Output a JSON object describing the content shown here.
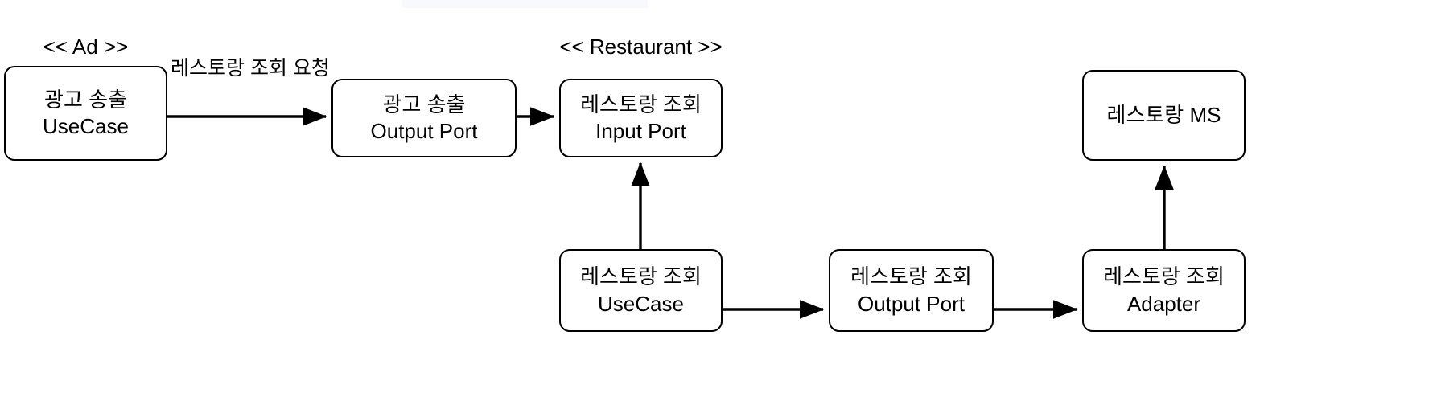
{
  "diagram": {
    "title_visible": false,
    "background_color": "#ffffff",
    "stroke_color": "#000000",
    "node_fill": "#ffffff",
    "toolbar_remnant_color": "#f8f9fc"
  },
  "stereotypes": [
    {
      "id": "ad",
      "label": "<< Ad >>"
    },
    {
      "id": "restaurant",
      "label": "<< Restaurant >>"
    }
  ],
  "nodes": [
    {
      "id": "ad-usecase",
      "line1": "광고 송출",
      "line2": "UseCase"
    },
    {
      "id": "ad-output-port",
      "line1": "광고 송출",
      "line2": "Output Port"
    },
    {
      "id": "restaurant-input-port",
      "line1": "레스토랑 조회",
      "line2": "Input Port"
    },
    {
      "id": "restaurant-ms",
      "line1": "레스토랑 MS",
      "line2": ""
    },
    {
      "id": "restaurant-usecase",
      "line1": "레스토랑 조회",
      "line2": "UseCase"
    },
    {
      "id": "restaurant-output-port",
      "line1": "레스토랑 조회",
      "line2": "Output Port"
    },
    {
      "id": "restaurant-adapter",
      "line1": "레스토랑 조회",
      "line2": "Adapter"
    }
  ],
  "edge_labels": [
    {
      "id": "request-label",
      "line1": "레스토랑",
      "line2": "조회 요청"
    }
  ],
  "edges": [
    {
      "id": "ad-usecase-to-ad-output-port",
      "from": "ad-usecase",
      "to": "ad-output-port",
      "direction": "right"
    },
    {
      "id": "ad-output-port-to-restaurant-input-port",
      "from": "ad-output-port",
      "to": "restaurant-input-port",
      "direction": "right"
    },
    {
      "id": "restaurant-usecase-to-restaurant-input-port",
      "from": "restaurant-usecase",
      "to": "restaurant-input-port",
      "direction": "up"
    },
    {
      "id": "restaurant-usecase-to-restaurant-output-port",
      "from": "restaurant-usecase",
      "to": "restaurant-output-port",
      "direction": "right"
    },
    {
      "id": "restaurant-output-port-to-restaurant-adapter",
      "from": "restaurant-output-port",
      "to": "restaurant-adapter",
      "direction": "right"
    },
    {
      "id": "restaurant-adapter-to-restaurant-ms",
      "from": "restaurant-adapter",
      "to": "restaurant-ms",
      "direction": "up"
    }
  ]
}
